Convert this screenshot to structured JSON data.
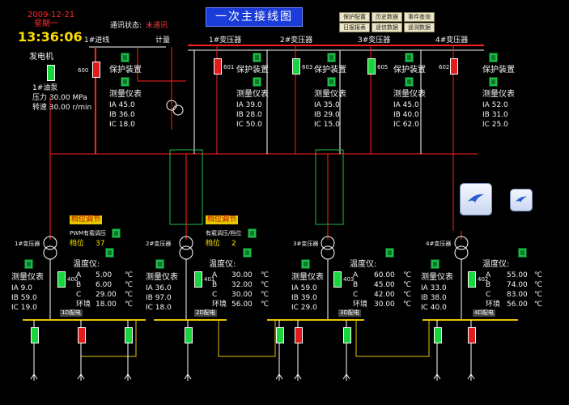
{
  "header": {
    "date": "2009-12-21",
    "weekday": "星期一",
    "time": "13:36:06",
    "title": "一次主接线图",
    "comm_label": "通讯状态:",
    "comm_value": "未通讯",
    "menu_buttons": [
      "保护配置",
      "历史数据",
      "事件查询",
      "日报报表",
      "遥信数据",
      "遥测数据"
    ]
  },
  "feeders": {
    "f1": "1#进线",
    "meter": "计量",
    "f2": "1#变压器",
    "f3": "2#变压器",
    "f4": "3#变压器",
    "f5": "4#变压器"
  },
  "generator": {
    "label": "发电机",
    "sub": "1#油泵",
    "rows": [
      "压力  30.00 MPa",
      "转速  30.00 r/min"
    ]
  },
  "panels": [
    {
      "protect": "保护装置",
      "meter": "测量仪表",
      "rows": [
        "IA 45.0",
        "IB 36.0",
        "IC 18.0"
      ]
    },
    {
      "protect": "保护装置",
      "meter": "测量仪表",
      "rows": [
        "IA 39.0",
        "IB 28.0",
        "IC 50.0"
      ]
    },
    {
      "protect": "保护装置",
      "meter": "测量仪表",
      "rows": [
        "IA 35.0",
        "IB 29.0",
        "IC 15.0"
      ]
    },
    {
      "protect": "保护装置",
      "meter": "测量仪表",
      "rows": [
        "IA 45.0",
        "IB 40.0",
        "IC 62.0"
      ]
    },
    {
      "protect": "保护装置",
      "meter": "测量仪表",
      "rows": [
        "IA 52.0",
        "IB 31.0",
        "IC 25.0"
      ]
    }
  ],
  "breakers_top": [
    "600",
    "601",
    "603",
    "605",
    "602"
  ],
  "transformers": [
    {
      "name": "1#变压器",
      "tap_label": "档位调节",
      "tap_unit": "档位",
      "tap_value": "37",
      "sub_label": "PWM有载调压",
      "meter": "测量仪表",
      "meas": [
        "IA 9.0",
        "IB 59.0",
        "IC 19.0"
      ],
      "temp_label": "温度仪:",
      "temp": [
        [
          "A",
          "5.00",
          "℃"
        ],
        [
          "B",
          "6.00",
          "℃"
        ],
        [
          "C",
          "29.00",
          "℃"
        ],
        [
          "环境",
          "18.00",
          "℃"
        ]
      ],
      "out_label": "1D配电",
      "breaker": "400"
    },
    {
      "name": "2#变压器",
      "tap_label": "档位调节",
      "tap_unit": "档位",
      "tap_value": "2",
      "sub_label": "有载调压/档位",
      "meter": "测量仪表",
      "meas": [
        "IA 36.0",
        "IB 97.0",
        "IC 18.0"
      ],
      "temp_label": "温度仪:",
      "temp": [
        [
          "A",
          "30.00",
          "℃"
        ],
        [
          "B",
          "32.00",
          "℃"
        ],
        [
          "C",
          "30.00",
          "℃"
        ],
        [
          "环境",
          "56.00",
          "℃"
        ]
      ],
      "out_label": "2D配电",
      "breaker": "401"
    },
    {
      "name": "3#变压器",
      "tap_label": "",
      "tap_unit": "",
      "tap_value": "",
      "sub_label": "",
      "meter": "测量仪表",
      "meas": [
        "IA 59.0",
        "IB 39.0",
        "IC 29.0"
      ],
      "temp_label": "温度仪:",
      "temp": [
        [
          "A",
          "60.00",
          "℃"
        ],
        [
          "B",
          "45.00",
          "℃"
        ],
        [
          "C",
          "42.00",
          "℃"
        ],
        [
          "环境",
          "30.00",
          "℃"
        ]
      ],
      "out_label": "3D配电",
      "breaker": "403"
    },
    {
      "name": "4#变压器",
      "tap_label": "",
      "tap_unit": "",
      "tap_value": "",
      "sub_label": "",
      "meter": "测量仪表",
      "meas": [
        "IA 33.0",
        "IB 38.0",
        "IC 40.0"
      ],
      "temp_label": "温度仪:",
      "temp": [
        [
          "A",
          "55.00",
          "℃"
        ],
        [
          "B",
          "74.00",
          "℃"
        ],
        [
          "C",
          "83.00",
          "℃"
        ],
        [
          "环境",
          "56.00",
          "℃"
        ]
      ],
      "out_label": "4D配电",
      "breaker": "402"
    }
  ],
  "colors": {
    "bus": "#ff2020",
    "wire": "#ffffff",
    "lowbus": "#e6c400",
    "green": "#1dbb4a",
    "bg": "#000000"
  }
}
